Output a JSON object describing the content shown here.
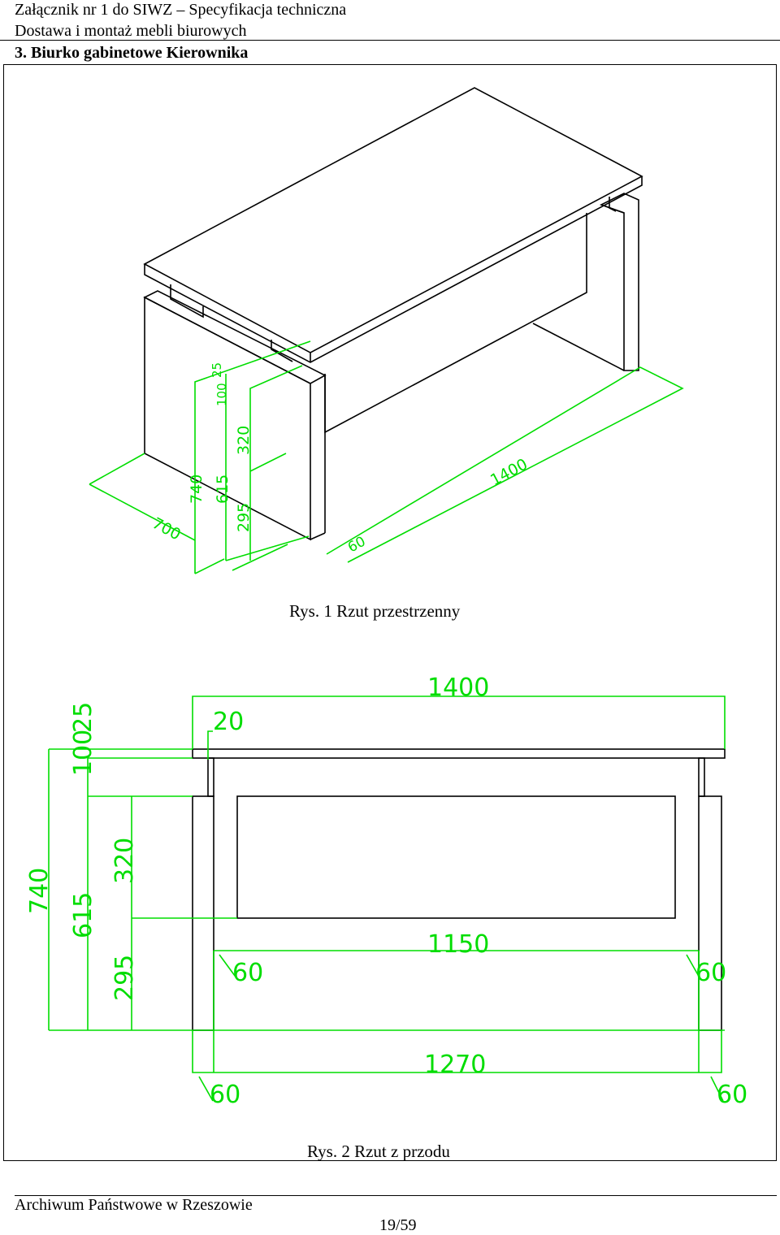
{
  "header": {
    "line1": "Załącznik nr 1 do SIWZ – Specyfikacja techniczna",
    "line2": "Dostawa i montaż mebli biurowych"
  },
  "section_title": "3. Biurko gabinetowe Kierownika",
  "figure1": {
    "caption": "Rys. 1 Rzut przestrzenny",
    "dims": {
      "width": "1400",
      "depth": "700",
      "leg": "60",
      "height": "740",
      "h615": "615",
      "h295": "295",
      "h320": "320",
      "h100": "100",
      "h25": "25"
    }
  },
  "figure2": {
    "caption": "Rys. 2 Rzut z przodu",
    "dims": {
      "top_width": "1400",
      "top_overhang": "20",
      "h25": "25",
      "h100": "100",
      "h740": "740",
      "h615": "615",
      "h320": "320",
      "h295": "295",
      "modesty_width": "1150",
      "left_60a": "60",
      "right_60a": "60",
      "base_width": "1270",
      "left_60b": "60",
      "right_60b": "60"
    }
  },
  "footer": {
    "archive": "Archiwum Państwowe w Rzeszowie",
    "page": "19/59"
  }
}
